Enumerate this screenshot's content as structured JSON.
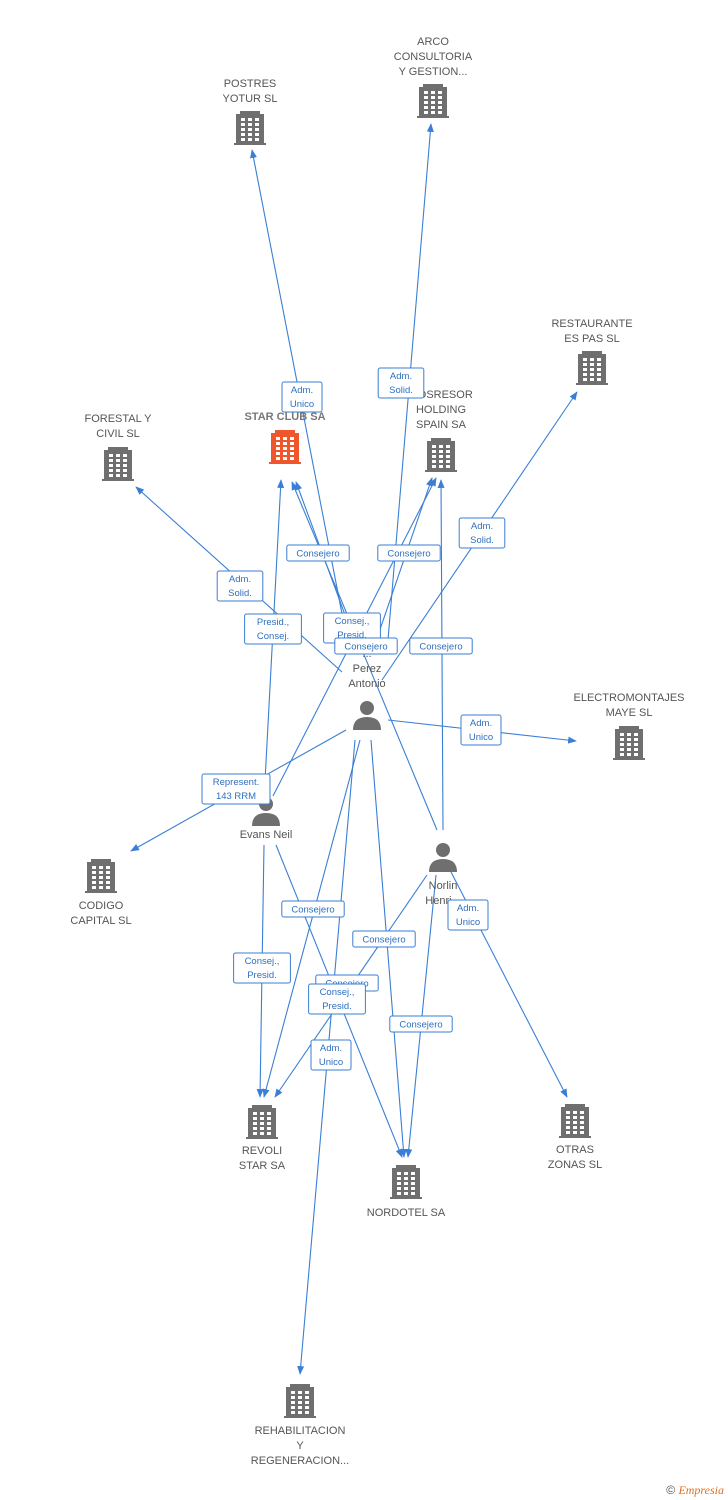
{
  "nodes": [
    {
      "id": "postres",
      "kind": "company",
      "lines": [
        "POSTRES",
        "YOTUR SL"
      ]
    },
    {
      "id": "arco",
      "kind": "company",
      "lines": [
        "ARCO",
        "CONSULTORIA",
        "Y GESTION..."
      ]
    },
    {
      "id": "restaurante",
      "kind": "company",
      "lines": [
        "RESTAURANTE",
        "ES PAS SL"
      ]
    },
    {
      "id": "forestal",
      "kind": "company",
      "lines": [
        "FORESTAL Y",
        "CIVIL SL"
      ]
    },
    {
      "id": "starclub",
      "kind": "company",
      "main": true,
      "lines": [
        "STAR CLUB SA"
      ]
    },
    {
      "id": "holding",
      "kind": "company",
      "lines": [
        "...DSRESOR",
        "HOLDING",
        "SPAIN SA"
      ]
    },
    {
      "id": "electro",
      "kind": "company",
      "lines": [
        "ELECTROMONTAJES",
        "MAYE SL"
      ]
    },
    {
      "id": "codigo",
      "kind": "company",
      "lines": [
        "CODIGO",
        "CAPITAL SL"
      ]
    },
    {
      "id": "revoli",
      "kind": "company",
      "lines": [
        "REVOLI",
        "STAR SA"
      ]
    },
    {
      "id": "nordotel",
      "kind": "company",
      "lines": [
        "NORDOTEL SA"
      ]
    },
    {
      "id": "otras",
      "kind": "company",
      "lines": [
        "OTRAS",
        "ZONAS SL"
      ]
    },
    {
      "id": "rehab",
      "kind": "company",
      "lines": [
        "REHABILITACION",
        "Y",
        "REGENERACION..."
      ]
    },
    {
      "id": "perez",
      "kind": "person",
      "lines": [
        "...",
        "Perez",
        "Antonio"
      ]
    },
    {
      "id": "evans",
      "kind": "person",
      "lines": [
        "Evans Neil"
      ]
    },
    {
      "id": "norlin",
      "kind": "person",
      "lines": [
        "Norlin",
        "Henri..."
      ]
    }
  ],
  "edges": [
    {
      "from": "perez",
      "to": "postres",
      "label": [
        "Adm.",
        "Unico"
      ]
    },
    {
      "from": "perez",
      "to": "arco",
      "label": [
        "Adm.",
        "Solid."
      ]
    },
    {
      "from": "perez",
      "to": "restaurante",
      "label": [
        "Adm.",
        "Solid."
      ]
    },
    {
      "from": "perez",
      "to": "forestal",
      "label": [
        "Adm.",
        "Solid."
      ]
    },
    {
      "from": "evans",
      "to": "starclub",
      "label": [
        "Presid.,",
        "Consej."
      ]
    },
    {
      "from": "norlin",
      "to": "starclub",
      "label": [
        "Consejero"
      ]
    },
    {
      "from": "perez",
      "to": "starclub",
      "label": [
        "Consej.,",
        "Presid."
      ]
    },
    {
      "from": "evans",
      "to": "holding",
      "label": [
        "Consejero"
      ]
    },
    {
      "from": "perez",
      "to": "holding",
      "label": [
        "Consejero"
      ]
    },
    {
      "from": "norlin",
      "to": "holding",
      "label": [
        "Consejero"
      ]
    },
    {
      "from": "perez",
      "to": "electro",
      "label": [
        "Adm.",
        "Unico"
      ]
    },
    {
      "from": "perez",
      "to": "codigo",
      "label": [
        "Represent.",
        "143 RRM"
      ]
    },
    {
      "from": "evans",
      "to": "revoli",
      "label": [
        "Consej.,",
        "Presid."
      ]
    },
    {
      "from": "perez",
      "to": "revoli",
      "label": [
        "Consejero"
      ]
    },
    {
      "from": "norlin",
      "to": "revoli",
      "label": [
        "Consejero"
      ]
    },
    {
      "from": "evans",
      "to": "nordotel",
      "label": [
        "Consej.,",
        "Presid."
      ]
    },
    {
      "from": "perez",
      "to": "nordotel",
      "label": [
        "Consejero"
      ]
    },
    {
      "from": "norlin",
      "to": "nordotel",
      "label": [
        "Consejero"
      ]
    },
    {
      "from": "norlin",
      "to": "otras",
      "label": [
        "Adm.",
        "Unico"
      ]
    },
    {
      "from": "perez",
      "to": "rehab",
      "label": [
        "Adm.",
        "Unico"
      ]
    }
  ],
  "footer": {
    "copyright": "©",
    "brand": "Empresia"
  },
  "colors": {
    "edge": "#3a7fd5",
    "company_icon": "#6f6f6f",
    "main_company_icon": "#f0562b",
    "person_icon": "#6f6f6f"
  }
}
